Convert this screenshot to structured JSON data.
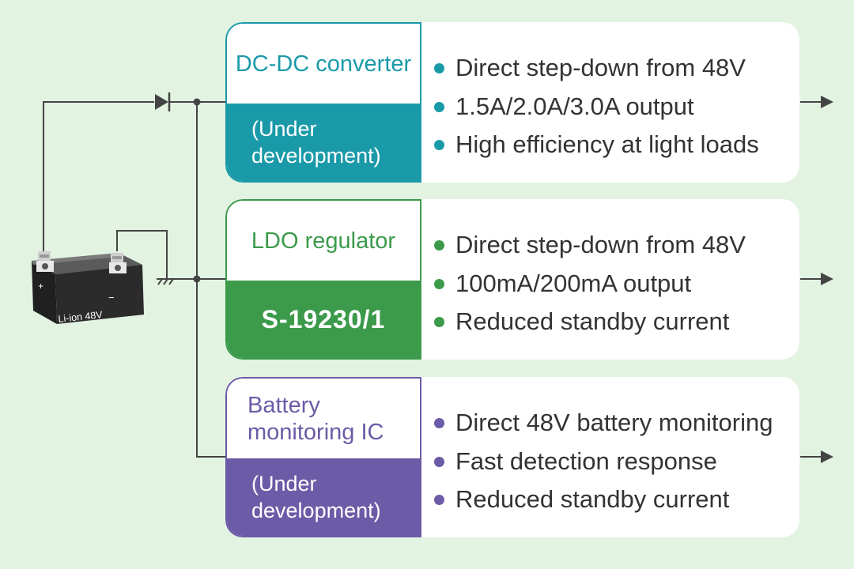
{
  "battery": {
    "label": "Li-ion 48V",
    "plus": "+",
    "minus": "−"
  },
  "blocks": [
    {
      "name": "DC-DC converter",
      "part": "(Under development)",
      "color": "#1a9aa9",
      "features": [
        "Direct step-down from 48V",
        "1.5A/2.0A/3.0A output",
        "High efficiency at light loads"
      ]
    },
    {
      "name": "LDO regulator",
      "part": "S-19230/1",
      "color": "#3c9a4b",
      "features": [
        "Direct step-down from 48V",
        "100mA/200mA output",
        "Reduced standby current"
      ]
    },
    {
      "name": "Battery monitoring IC",
      "part": "(Under development)",
      "color": "#6c5ba6",
      "features": [
        "Direct 48V battery monitoring",
        "Fast detection response",
        "Reduced standby current"
      ]
    }
  ],
  "icons": {
    "diode": "diode-icon",
    "ground": "ground-icon",
    "battery": "battery-icon",
    "arrow": "arrow-right-icon"
  }
}
